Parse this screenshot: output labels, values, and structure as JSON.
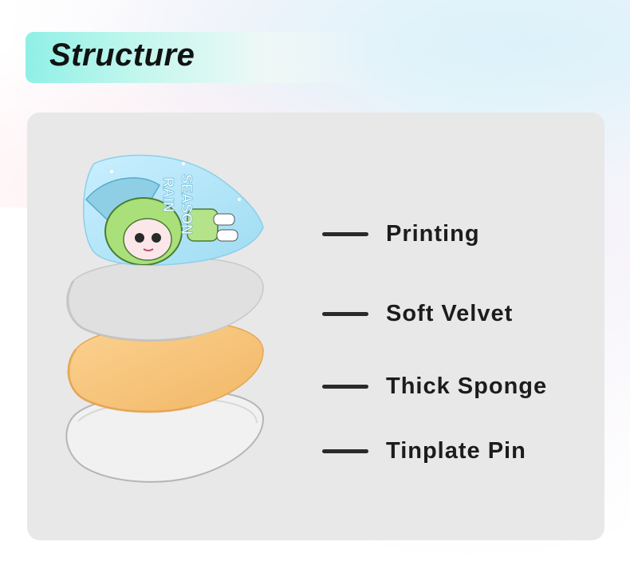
{
  "header": {
    "title": "Structure"
  },
  "artwork": {
    "text_line1": "RAIN",
    "text_line2": "SEASON"
  },
  "layers": [
    {
      "label": "Printing",
      "icon": "printed-artwork-layer-icon"
    },
    {
      "label": "Soft Velvet",
      "icon": "velvet-layer-icon"
    },
    {
      "label": "Thick Sponge",
      "icon": "sponge-layer-icon"
    },
    {
      "label": "Tinplate Pin",
      "icon": "tinplate-layer-icon"
    }
  ],
  "colors": {
    "accent_title_bar": "#8ff0e6",
    "panel": "#e8e8e8",
    "printing_layer": "#aee6f7",
    "velvet_layer": "#dddddd",
    "sponge_layer": "#f6c07a",
    "tinplate_layer": "#eeeeee",
    "text": "#1c1c1c"
  }
}
